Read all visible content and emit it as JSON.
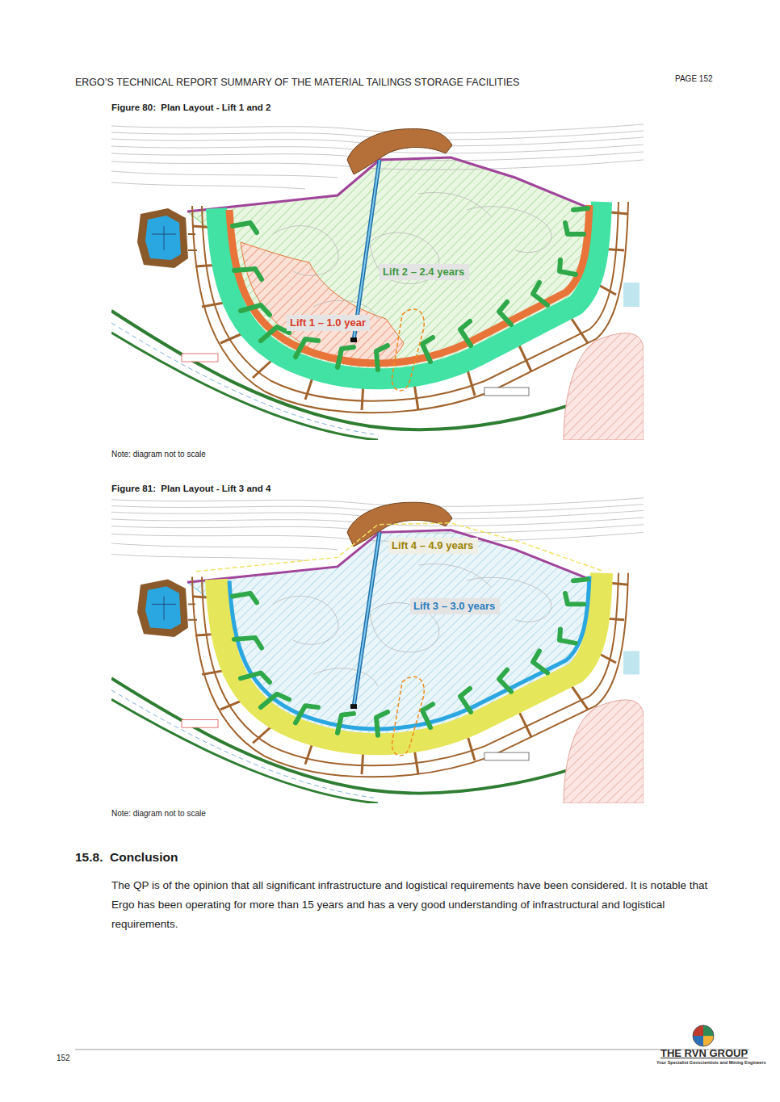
{
  "diagram": {
    "nodes": [
      {
        "text": [
          "Lift 2 – 2.4 years"
        ]
      },
      {
        "text": [
          "Lift 1 – 1.0 year"
        ]
      },
      {
        "text": [
          "Lift 4 – 4.9 years"
        ]
      },
      {
        "text": [
          "Lift 3 – 3.0 years"
        ]
      }
    ],
    "labels": [
      "ERGO’S TECHNICAL REPORT SUMMARY OF THE MATERIAL TAILINGS STORAGE FACILITIES",
      "PAGE 152",
      "Figure 80:  Plan Layout - Lift 1 and 2",
      "Note: diagram not to scale",
      "Figure 81:  Plan Layout - Lift 3 and 4",
      "Note: diagram not to scale",
      "15.8.  Conclusion",
      "The QP is of the opinion that all significant infrastructure and logistical requirements have been considered. It is notable that Ergo has been operating for more than 15 years and has a very good understanding of infrastructural and logistical requirements.",
      "152",
      "THE RVN GROUP",
      "Your Specialist Geoscientists and Mining Engineers"
    ]
  }
}
